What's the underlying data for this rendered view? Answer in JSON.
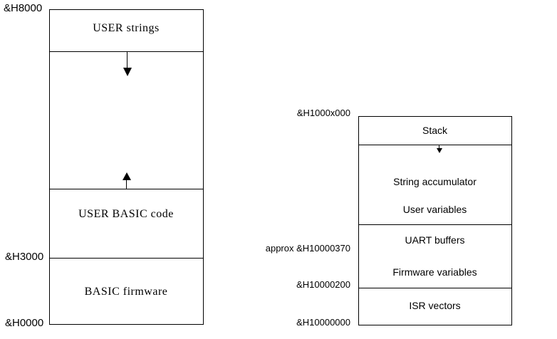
{
  "colors": {
    "background": "#ffffff",
    "line": "#000000",
    "text": "#000000"
  },
  "left_map": {
    "address_labels": {
      "top": "&H8000",
      "middle": "&H3000",
      "bottom": "&H0000"
    },
    "sections": {
      "user_strings": "USER strings",
      "user_basic_code": "USER BASIC code",
      "basic_firmware": "BASIC firmware"
    },
    "icons": {
      "grow_down": "arrow-down",
      "grow_up": "arrow-up"
    }
  },
  "right_map": {
    "address_labels": {
      "top": "&H1000x000",
      "approx": "approx &H10000370",
      "middle": "&H10000200",
      "bottom": "&H10000000"
    },
    "sections": {
      "stack": "Stack",
      "string_accumulator": "String accumulator",
      "user_variables": "User variables",
      "uart_buffers": "UART buffers",
      "firmware_variables": "Firmware variables",
      "isr_vectors": "ISR vectors"
    },
    "icons": {
      "stack_grow_down": "arrow-down"
    }
  }
}
